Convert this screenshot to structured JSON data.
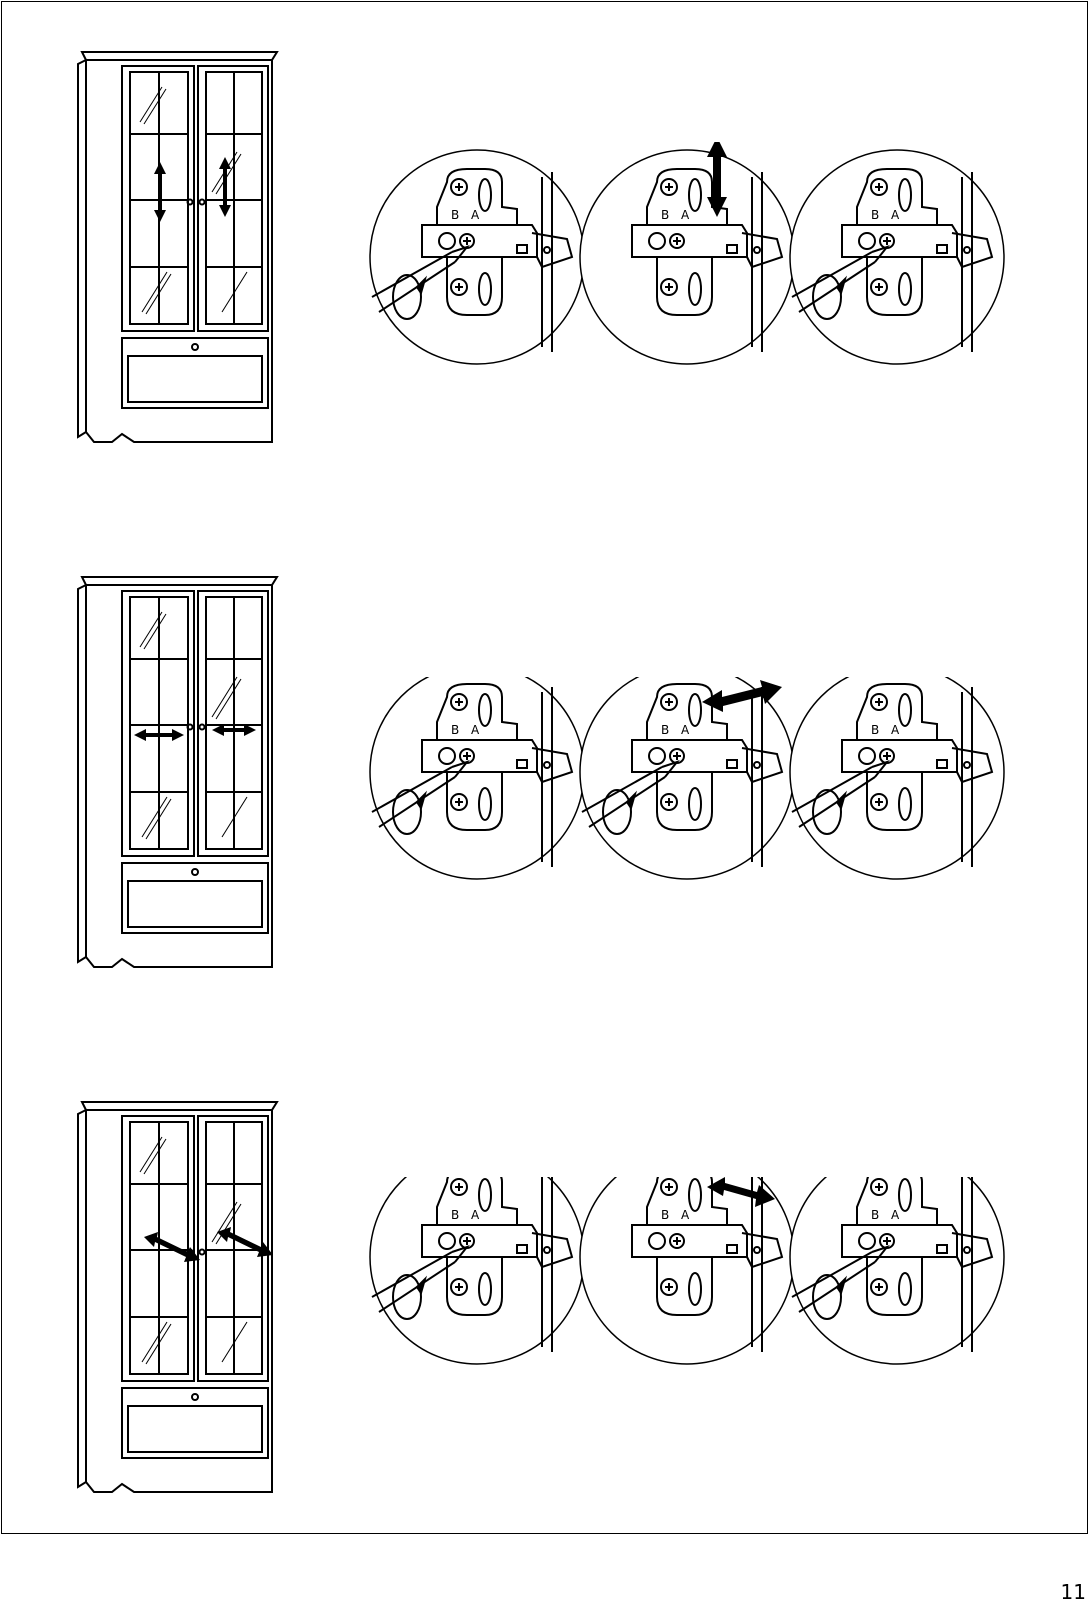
{
  "page": {
    "number": "11"
  },
  "panels": [
    {
      "name": "vertical-adjustment",
      "arrow_direction": "vertical",
      "icons": [
        "cabinet-icon",
        "screwdriver-icon",
        "hinge-plate-icon",
        "up-down-arrow-icon"
      ],
      "plate_labels": [
        "B",
        "A"
      ]
    },
    {
      "name": "lateral-adjustment",
      "arrow_direction": "horizontal",
      "icons": [
        "cabinet-icon",
        "screwdriver-icon",
        "hinge-plate-icon",
        "left-right-arrow-icon"
      ],
      "plate_labels": [
        "B",
        "A"
      ]
    },
    {
      "name": "depth-adjustment",
      "arrow_direction": "diagonal",
      "icons": [
        "cabinet-icon",
        "screwdriver-icon",
        "hinge-plate-icon",
        "diagonal-arrow-icon"
      ],
      "plate_labels": [
        "B",
        "A"
      ]
    }
  ]
}
